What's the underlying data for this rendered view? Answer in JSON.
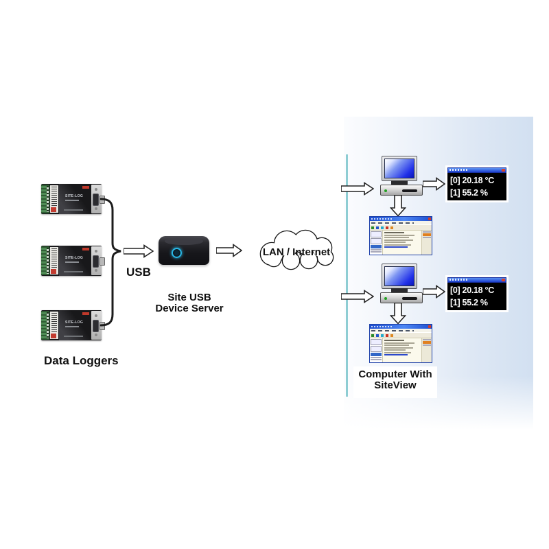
{
  "labels": {
    "data_loggers": "Data Loggers",
    "usb": "USB",
    "server_line1": "Site USB",
    "server_line2": "Device Server",
    "cloud": "LAN / Internet",
    "computer_line1": "Computer With",
    "computer_line2": "SiteView"
  },
  "logger": {
    "model": "SITE-LOG"
  },
  "readings": {
    "line1": "[0] 20.18 °C",
    "line2": "[1] 55.2 %"
  },
  "colors": {
    "network_line_teal": "#8ecdd3",
    "panel_blue": "#d2e0f1",
    "monitor_screen_blue": "#1c2ce0",
    "display_background": "#000000",
    "display_text": "#ffffff",
    "window_titlebar_blue": "#2157d8",
    "arrow_fill": "#ffffff",
    "arrow_outline": "#222222"
  }
}
